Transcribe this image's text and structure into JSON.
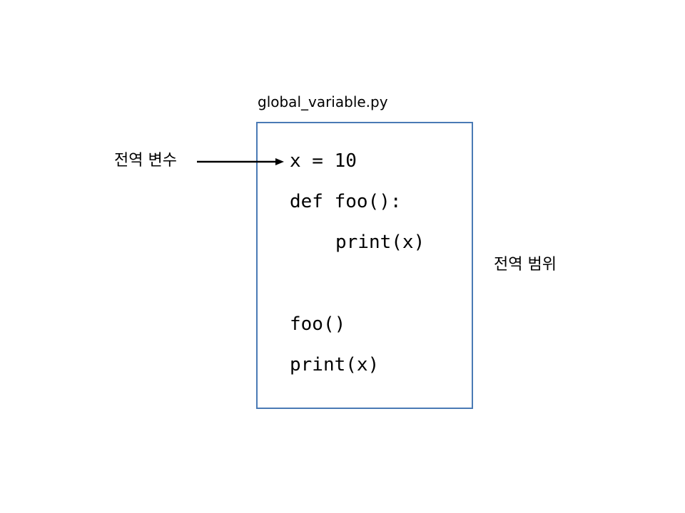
{
  "file": {
    "name": "global_variable.py"
  },
  "code": {
    "lines": [
      "x = 10",
      "def foo():",
      "print(x)",
      "foo()",
      "print(x)"
    ]
  },
  "labels": {
    "global_variable": "전역 변수",
    "global_scope": "전역 범위"
  },
  "colors": {
    "box_border": "#4a7ab5",
    "arrow": "#000000"
  }
}
